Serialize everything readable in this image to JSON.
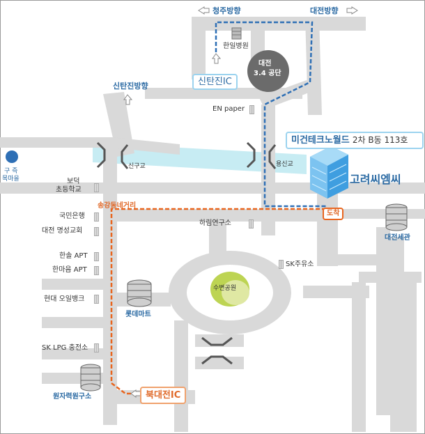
{
  "directions": {
    "cheongju": "청주방향",
    "daejeon": "대전방향",
    "sintanjin": "신탄진방향"
  },
  "places": {
    "hanil_hospital": "한일병원",
    "daejeon_34_line1": "대전",
    "daejeon_34_line2": "3.4 공단",
    "sintanjin_ic": "신탄진IC",
    "en_paper": "EN paper",
    "millionaire_world": "미건테크노월드",
    "building_detail": "2차 B동 113호",
    "company": "고려씨엠씨",
    "singu_bridge": "신구교",
    "yongsin_bridge": "용신교",
    "gugeuk_line1": "구 즉",
    "gugeuk_line2": "목마을",
    "bodeok_line1": "보덕",
    "bodeok_line2": "초등학교",
    "songgang_intersection": "송강동네거리",
    "arrival": "도착",
    "kookmin_bank": "국민은행",
    "myeongseong_church": "대전 명성교회",
    "hanol_apt": "한솔 APT",
    "hanma_apt": "한마음 APT",
    "hyundai_oilbank": "현대 오일뱅크",
    "hallim_institute": "하림연구소",
    "daejeon_customs": "대전세관",
    "sk_gas_station": "SK주유소",
    "subyeon_park": "수변공원",
    "lotte_mart": "롯데마트",
    "sk_lpg": "SK LPG 충전소",
    "atomic_institute": "원자력원구소",
    "bukdaejeon_ic": "북대전IC"
  },
  "colors": {
    "road": "#d9d9d9",
    "route_blue": "#2e6fb5",
    "route_orange": "#e8651e",
    "river": "#c6ecf3",
    "label_blue": "#2b6aa3",
    "label_orange": "#e06a2a",
    "park": "#bdd453"
  }
}
